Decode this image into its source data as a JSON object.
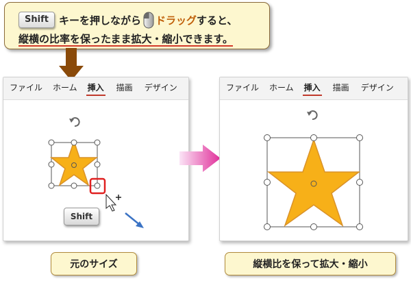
{
  "callout": {
    "shift_key": "Shift",
    "line1_a": "キーを押しながら",
    "line1_drag": "ドラッグ",
    "line1_b": "すると、",
    "line2": "縦横の比率を保ったまま拡大・縮小できます。"
  },
  "left_window": {
    "tabs": [
      "ファイル",
      "ホーム",
      "挿入",
      "描画",
      "デザイン"
    ],
    "active_tab": "挿入",
    "shift_key": "Shift"
  },
  "right_window": {
    "tabs": [
      "ファイル",
      "ホーム",
      "挿入",
      "描画",
      "デザイン"
    ],
    "active_tab": "挿入"
  },
  "labels": {
    "original": "元のサイズ",
    "scaled": "縦横比を保って拡大・縮小"
  },
  "colors": {
    "star_fill": "#f7b018",
    "star_stroke": "#d9922a",
    "highlight_box": "#e02020",
    "arrow_gradient_start": "#fbe4f6",
    "arrow_gradient_end": "#e0309a",
    "pointer_arrow": "#8a4a0a",
    "tab_underline": "#c0392b",
    "drag_arrow": "#3b73c4"
  },
  "icons": [
    "mouse-icon",
    "rotate-icon",
    "cursor-move-icon",
    "arrow-right-icon",
    "arrow-down-icon"
  ]
}
